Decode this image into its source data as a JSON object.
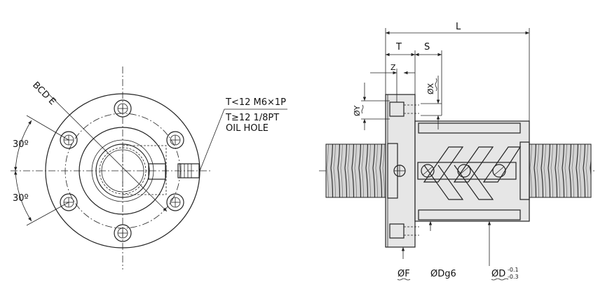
{
  "labels": {
    "bcd": "BCD E",
    "angle_top": "30º",
    "angle_bottom": "30º",
    "thread_note_1": "T<12 M6×1P",
    "thread_note_2": "T≥12 1/8PT",
    "thread_note_3": "OIL HOLE",
    "dim_L": "L",
    "dim_T": "T",
    "dim_S": "S",
    "dim_Z": "Z",
    "dim_X": "ØX",
    "dim_Y": "ØY",
    "dim_F": "ØF",
    "dim_Dg6": "ØDg6",
    "dim_D": "ØD",
    "tol_upper": "-0.1",
    "tol_lower": "-0.3"
  },
  "colors": {
    "line": "#222222",
    "fill": "#e6e6e6",
    "accent": "#cc0000"
  }
}
